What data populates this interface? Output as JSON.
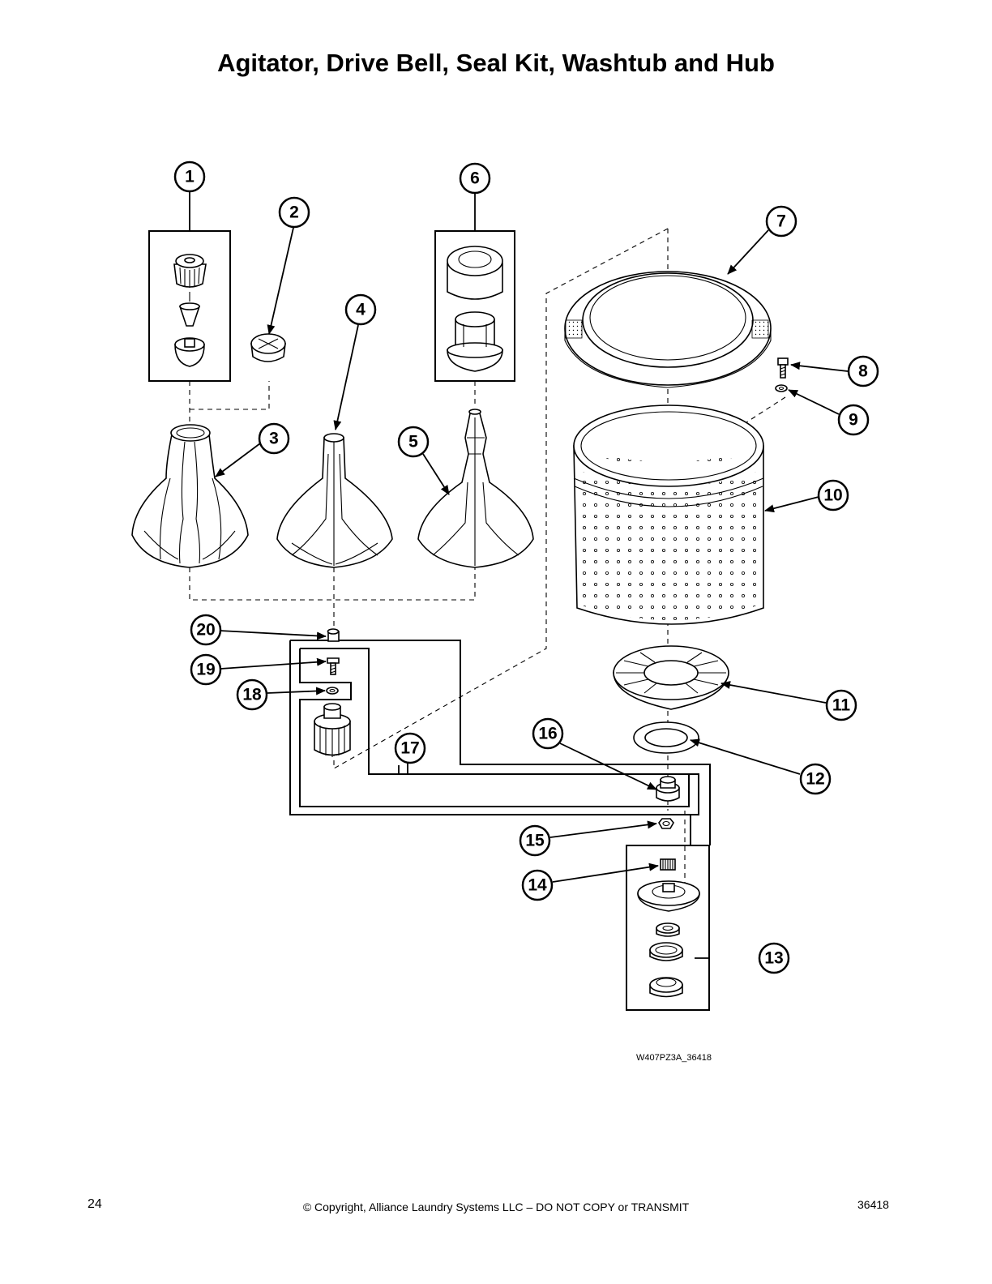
{
  "title": "Agitator, Drive Bell, Seal Kit, Washtub and Hub",
  "callouts": [
    "1",
    "2",
    "3",
    "4",
    "5",
    "6",
    "7",
    "8",
    "9",
    "10",
    "11",
    "12",
    "13",
    "14",
    "15",
    "16",
    "17",
    "18",
    "19",
    "20"
  ],
  "figure_id": "W407PZ3A_36418",
  "footer": {
    "page_number": "24",
    "copyright": "© Copyright, Alliance Laundry Systems LLC – DO NOT COPY or TRANSMIT",
    "doc_number": "36418"
  }
}
